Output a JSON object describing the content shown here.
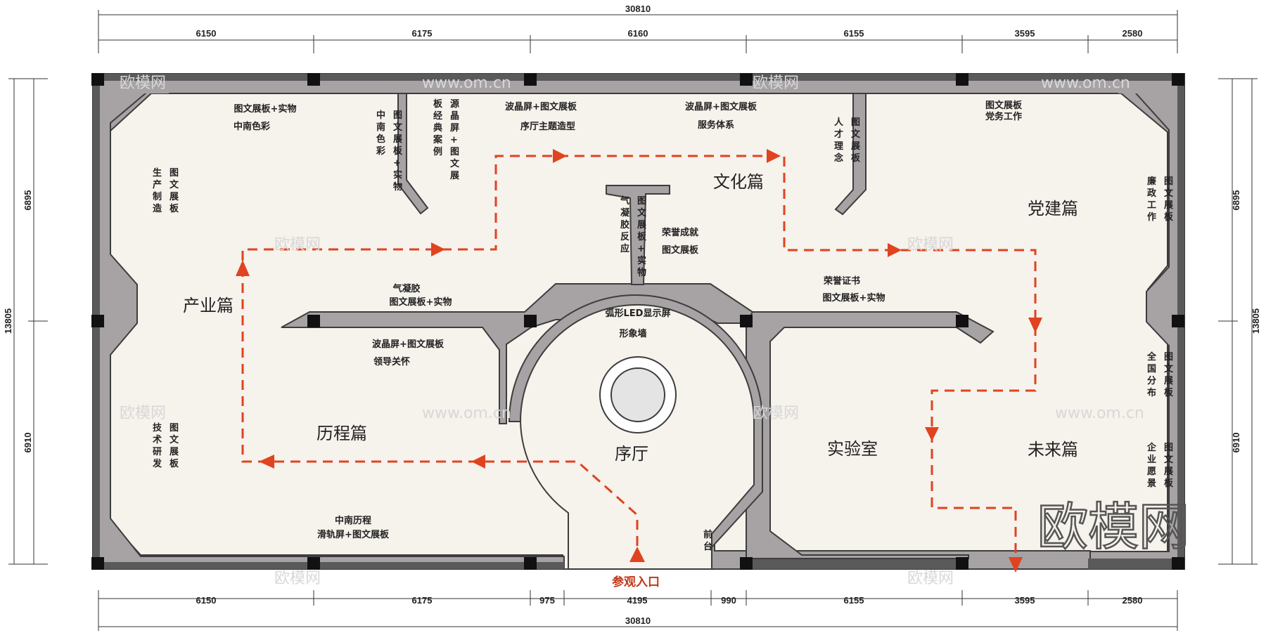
{
  "dimensions": {
    "top_total": "30810",
    "top_segments": [
      "6150",
      "6175",
      "6160",
      "6155",
      "3595",
      "2580"
    ],
    "bottom_segments": [
      "6150",
      "6175",
      "975",
      "4195",
      "990",
      "6155",
      "3595",
      "2580"
    ],
    "bottom_total": "30810",
    "left_total": "13805",
    "left_segments": [
      "6895",
      "6910"
    ],
    "right_total": "13805",
    "right_segments": [
      "6895",
      "6910"
    ]
  },
  "zones": {
    "industry": "产业篇",
    "history": "历程篇",
    "culture": "文化篇",
    "party": "党建篇",
    "lobby": "序厅",
    "lab": "实验室",
    "future": "未来篇"
  },
  "labels": {
    "tl_board": "图文展板+实物",
    "tl_color": "中南色彩",
    "col_color": "图文展板+实物中南色彩",
    "col_case": "源晶屏+图文展板经典案例",
    "lobby_screen": "波晶屏+图文展板",
    "lobby_theme": "序厅主题造型",
    "service_screen": "波晶屏+图文展板",
    "service_system": "服务体系",
    "talent": "图文展板人才理念",
    "party_work_board": "图文展板",
    "party_work": "党务工作",
    "production": "图文展板生产制造",
    "aerogel_react": "图文展板+实物气凝胶反应",
    "honor": "荣誉成就",
    "honor_board": "图文展板",
    "clean_gov": "图文展板廉政工作",
    "aerogel": "气凝胶",
    "aerogel_board": "图文展板+实物",
    "cert": "荣誉证书",
    "cert_board": "图文展板+实物",
    "arc_led": "弧形LED显示屏",
    "image_wall": "形象墙",
    "leader_screen": "波晶屏+图文展板",
    "leader_care": "领导关怀",
    "nationwide": "图文展板全国分布",
    "tech_rd": "图文展板技术研发",
    "vision": "图文展板企业愿景",
    "history_title": "中南历程",
    "history_rail": "滑轨屏+图文展板",
    "front_desk": "前台",
    "entrance": "参观入口"
  },
  "watermarks": {
    "site_cn": "欧模网",
    "site_url": "www.om.cn",
    "logo": "欧模网"
  },
  "colors": {
    "wall": "#a7a2a4",
    "wall_edge": "#3d3d3d",
    "floor": "#f6f2ec",
    "route": "#e0431f",
    "column": "#111111"
  }
}
